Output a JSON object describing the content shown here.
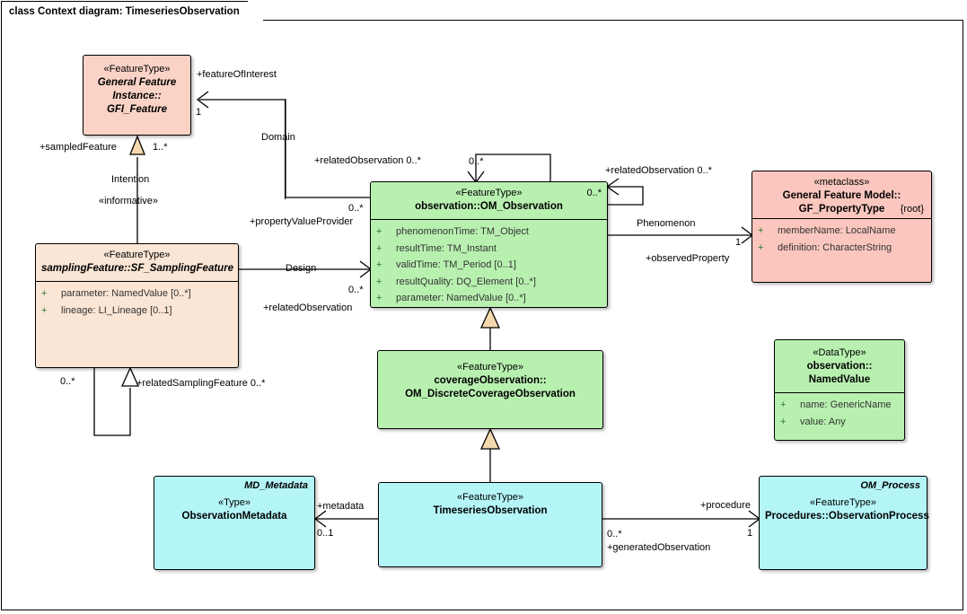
{
  "diagram": {
    "title": "class Context diagram: TimeseriesObservation",
    "type": "uml-class-diagram",
    "colors": {
      "feature_pink": "#fbd3c6",
      "metaclass_pink": "#fac6bd",
      "sampling_peach": "#fbe5d4",
      "observation_green": "#b8f0b0",
      "timeseries_cyan": "#b4f5f8",
      "generalization_fill": "#f5d9ae",
      "border": "#000000"
    }
  },
  "classes": {
    "gfi_feature": {
      "stereotype": "«FeatureType»",
      "name_line1": "General Feature",
      "name_line2": "Instance::",
      "name_line3": "GFI_Feature"
    },
    "sampling_feature": {
      "stereotype": "«FeatureType»",
      "name": "samplingFeature::SF_SamplingFeature",
      "attributes": [
        {
          "visibility": "+",
          "text": "parameter: NamedValue [0..*]"
        },
        {
          "visibility": "+",
          "text": "lineage: LI_Lineage [0..1]"
        }
      ]
    },
    "om_observation": {
      "stereotype": "«FeatureType»",
      "name": "observation::OM_Observation",
      "corner_multiplicity": "0..*",
      "attributes": [
        {
          "visibility": "+",
          "text": "phenomenonTime: TM_Object"
        },
        {
          "visibility": "+",
          "text": "resultTime: TM_Instant"
        },
        {
          "visibility": "+",
          "text": "validTime: TM_Period [0..1]"
        },
        {
          "visibility": "+",
          "text": "resultQuality: DQ_Element [0..*]"
        },
        {
          "visibility": "+",
          "text": "parameter: NamedValue [0..*]"
        }
      ]
    },
    "gf_propertytype": {
      "stereotype": "«metaclass»",
      "name_line1": "General Feature Model::",
      "name_line2": "GF_PropertyType",
      "root_marker": "{root}",
      "attributes": [
        {
          "visibility": "+",
          "text": "memberName: LocalName"
        },
        {
          "visibility": "+",
          "text": "definition: CharacterString"
        }
      ]
    },
    "discrete_coverage_observation": {
      "stereotype": "«FeatureType»",
      "name_line1": "coverageObservation::",
      "name_line2": "OM_DiscreteCoverageObservation"
    },
    "named_value": {
      "stereotype": "«DataType»",
      "name_line1": "observation::",
      "name_line2": "NamedValue",
      "attributes": [
        {
          "visibility": "+",
          "text": "name: GenericName"
        },
        {
          "visibility": "+",
          "text": "value: Any"
        }
      ]
    },
    "observation_metadata": {
      "alias": "MD_Metadata",
      "stereotype": "«Type»",
      "name": "ObservationMetadata"
    },
    "timeseries_observation": {
      "stereotype": "«FeatureType»",
      "name": "TimeseriesObservation"
    },
    "observation_process": {
      "alias": "OM_Process",
      "stereotype": "«FeatureType»",
      "name": "Procedures::ObservationProcess"
    }
  },
  "connectors": {
    "feature_of_interest": {
      "role": "+featureOfInterest",
      "multiplicity": "1",
      "name": "Domain",
      "source_multiplicity": "0..*",
      "source_role": "+propertyValueProvider"
    },
    "sampled_feature": {
      "role": "+sampledFeature",
      "multiplicity": "1..*",
      "name": "Intention",
      "stereotype": "«informative»"
    },
    "related_observation_top": {
      "role": "+relatedObservation 0..*",
      "multiplicity": "0..*"
    },
    "related_observation_right": {
      "role": "+relatedObservation 0..*",
      "multiplicity": "0..*"
    },
    "design": {
      "name": "Design",
      "multiplicity": "0..*",
      "role": "+relatedObservation"
    },
    "phenomenon": {
      "name": "Phenomenon",
      "role": "+observedProperty",
      "multiplicity": "1"
    },
    "related_sampling_feature": {
      "role": "+relatedSamplingFeature 0..*",
      "multiplicity": "0..*"
    },
    "metadata": {
      "role": "+metadata",
      "multiplicity": "0..1"
    },
    "procedure": {
      "role": "+procedure",
      "multiplicity": "1",
      "source_multiplicity": "0..*",
      "source_role": "+generatedObservation"
    }
  }
}
